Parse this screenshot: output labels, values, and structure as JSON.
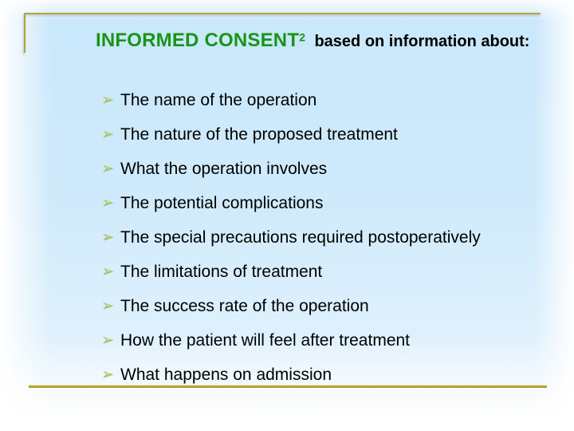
{
  "slide": {
    "title": {
      "main": "INFORMED CONSENT",
      "superscript": "2",
      "suffix": "based on information about:"
    },
    "bullet_glyph": "➢",
    "bullets": [
      "The name of the operation",
      "The nature of the proposed treatment",
      "What the operation involves",
      "The potential complications",
      "The special precautions required postoperatively",
      "The limitations of treatment",
      "The success rate of the operation",
      "How the patient will feel after treatment",
      "What happens on admission"
    ],
    "colors": {
      "title_green": "#1a9417",
      "body_text": "#000000",
      "bullet_green": "#aec45e",
      "line_gold": "#b3a23a",
      "background_blue": "#cfeafb"
    }
  }
}
